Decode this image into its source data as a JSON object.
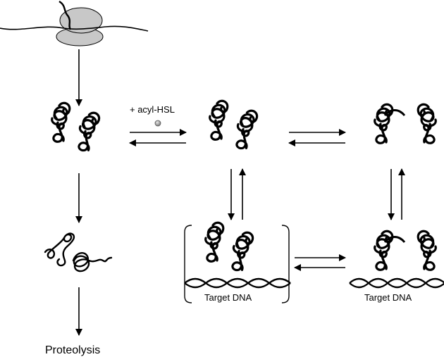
{
  "labels": {
    "ligand": "+ acyl-HSL",
    "target_dna_left": "Target DNA",
    "target_dna_right": "Target DNA",
    "proteolysis": "Proteolysis"
  },
  "colors": {
    "ink": "#000000",
    "ribosome": "#c8c8c8",
    "ligand": "#9a9a9a"
  }
}
